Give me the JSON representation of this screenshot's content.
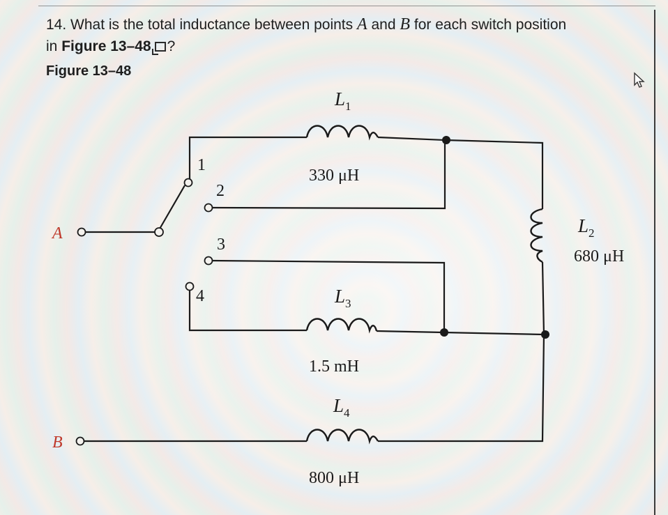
{
  "question": {
    "number": "14.",
    "text_a": "What is the total inductance between points",
    "point_a": "A",
    "and": "and",
    "point_b": "B",
    "text_b": "for each switch position",
    "text_c": "in",
    "figure_ref": "Figure 13–48",
    "qmark": "?"
  },
  "figure_title": "Figure 13–48",
  "icons": {
    "link": "figure-link-icon",
    "cursor": "mouse-pointer-icon"
  },
  "circuit": {
    "terminals": {
      "a": "A",
      "b": "B"
    },
    "switch_positions": [
      "1",
      "2",
      "3",
      "4"
    ],
    "inductors": [
      {
        "name": "L",
        "sub": "1",
        "value": "330 μH"
      },
      {
        "name": "L",
        "sub": "2",
        "value": "680 μH"
      },
      {
        "name": "L",
        "sub": "3",
        "value": "1.5 mH"
      },
      {
        "name": "L",
        "sub": "4",
        "value": "800 μH"
      }
    ],
    "terminal_color": "#c0392b"
  }
}
